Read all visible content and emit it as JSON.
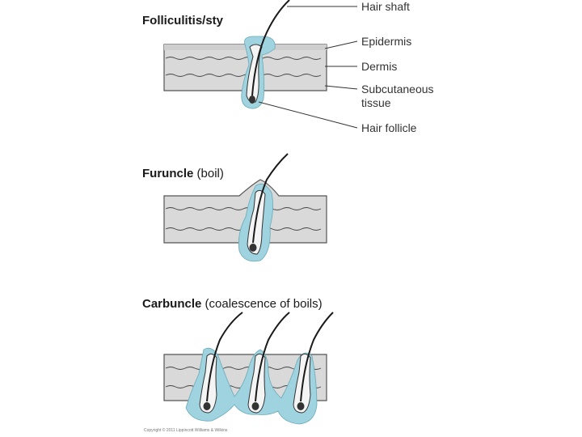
{
  "panels": [
    {
      "title_bold": "Folliculitis/sty",
      "title_rest": ""
    },
    {
      "title_bold": "Furuncle",
      "title_rest": " (boil)"
    },
    {
      "title_bold": "Carbuncle",
      "title_rest": " (coalescence of boils)"
    }
  ],
  "labels": {
    "hair_shaft": "Hair shaft",
    "epidermis": "Epidermis",
    "dermis": "Dermis",
    "subcutaneous_line1": "Subcutaneous",
    "subcutaneous_line2": "tissue",
    "hair_follicle": "Hair follicle"
  },
  "copyright": "Copyright © 2011 Lippincott Williams & Wilkins",
  "colors": {
    "skin_fill": "#d9d9d9",
    "skin_stroke": "#555555",
    "infection": "#9fd3df",
    "hair": "#1a1a1a"
  }
}
